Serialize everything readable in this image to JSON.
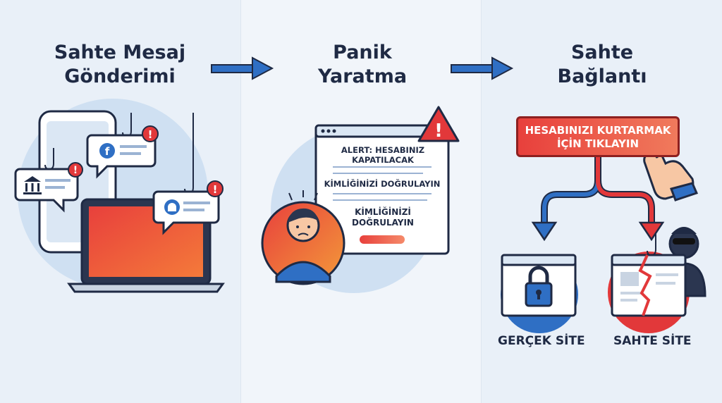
{
  "steps": [
    {
      "title_line1": "Sahte Mesaj",
      "title_line2": "Gönderimi"
    },
    {
      "title_line1": "Panik",
      "title_line2": "Yaratma"
    },
    {
      "title_line1": "Sahte",
      "title_line2": "Bağlantı"
    }
  ],
  "alert": {
    "line1": "ALERT: HESABINIZ",
    "line2": "KAPATILACAK",
    "line3": "KİMLİĞİNİZİ DOĞRULAYIN",
    "line4": "KİMLİĞİNİZİ",
    "line5": "DOĞRULAYIN"
  },
  "cta": {
    "line1": "HESABINIZI KURTARMAK",
    "line2": "İÇİN TIKLAYIN"
  },
  "sites": {
    "real": "GERÇEK SİTE",
    "fake": "SAHTE SİTE"
  },
  "colors": {
    "accent_blue": "#2f6fc4",
    "alert_red": "#e2383a",
    "dark": "#1f2a44"
  }
}
